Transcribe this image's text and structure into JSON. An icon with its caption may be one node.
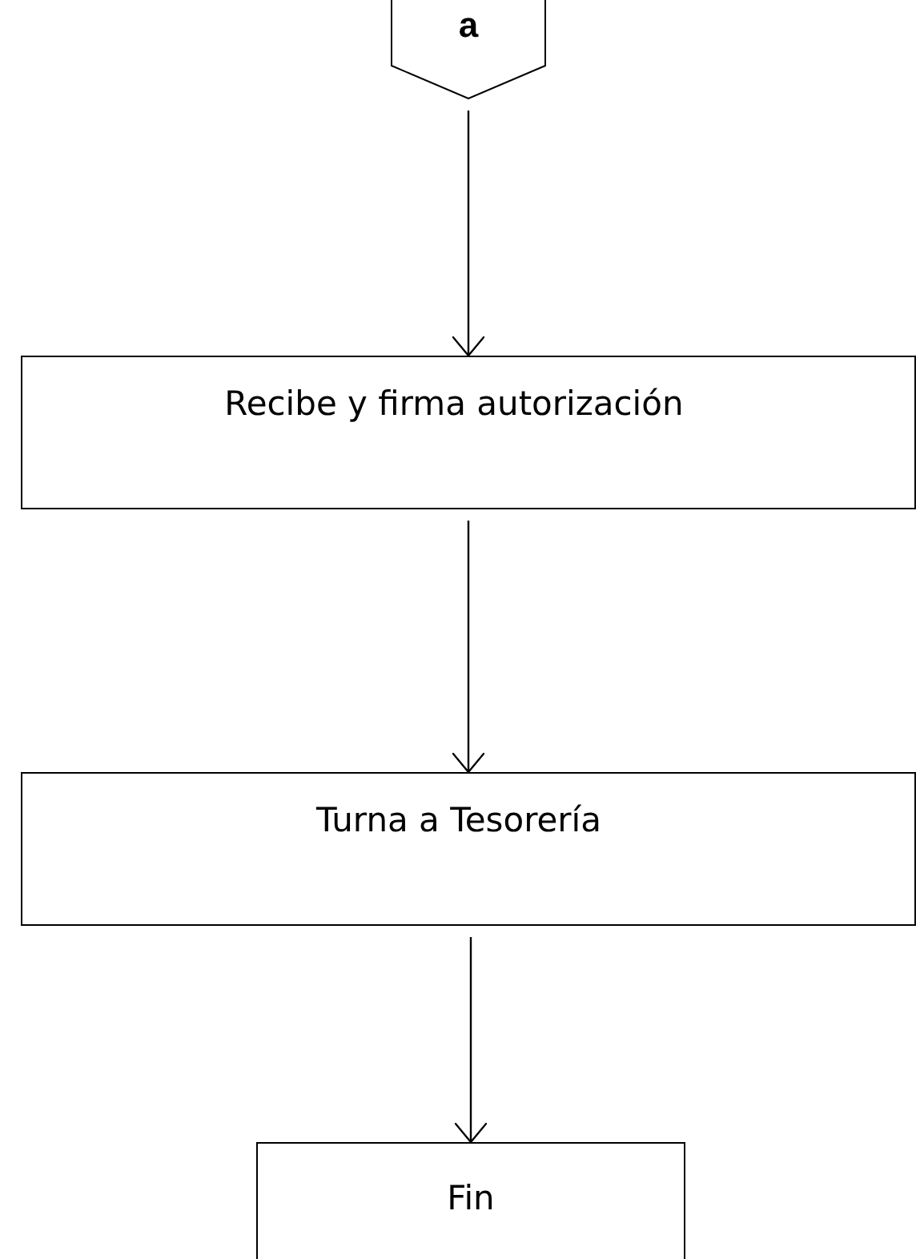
{
  "diagram": {
    "nodes": [
      {
        "text": [
          "a"
        ]
      },
      {
        "text": [
          "Recibe y firma autorización"
        ]
      },
      {
        "text": [
          "Turna a Tesorería"
        ]
      },
      {
        "text": [
          "Fin"
        ]
      }
    ],
    "edges": [
      {
        "from": 0,
        "to": 1,
        "arrow": "to"
      },
      {
        "from": 1,
        "to": 2,
        "arrow": "to"
      },
      {
        "from": 2,
        "to": 3,
        "arrow": "to"
      }
    ]
  }
}
